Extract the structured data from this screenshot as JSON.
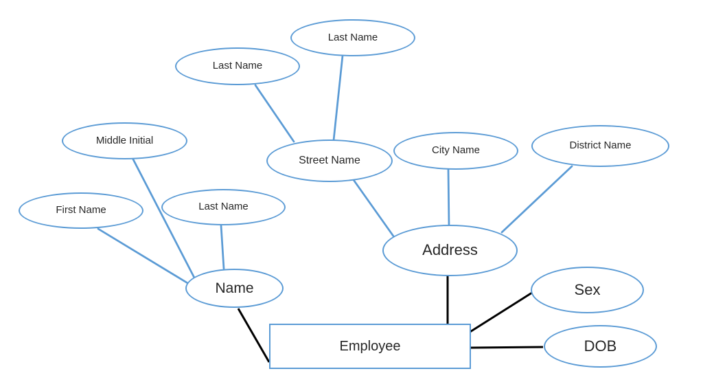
{
  "diagram": {
    "type": "entity-relationship-diagram",
    "colors": {
      "shape_stroke": "#5b9bd5",
      "attribute_connector": "#5b9bd5",
      "entity_connector": "#000000",
      "text": "#262626",
      "background": "#ffffff"
    },
    "nodes": [
      {
        "id": "employee",
        "kind": "entity",
        "label": "Employee"
      },
      {
        "id": "name",
        "kind": "attribute",
        "label": "Name"
      },
      {
        "id": "address",
        "kind": "attribute",
        "label": "Address"
      },
      {
        "id": "sex",
        "kind": "attribute",
        "label": "Sex"
      },
      {
        "id": "dob",
        "kind": "attribute",
        "label": "DOB"
      },
      {
        "id": "first-name",
        "kind": "attribute",
        "label": "First Name"
      },
      {
        "id": "middle-initial",
        "kind": "attribute",
        "label": "Middle Initial"
      },
      {
        "id": "last-name",
        "kind": "attribute",
        "label": "Last Name"
      },
      {
        "id": "street-name",
        "kind": "attribute",
        "label": "Street Name"
      },
      {
        "id": "city-name",
        "kind": "attribute",
        "label": "City Name"
      },
      {
        "id": "district-name",
        "kind": "attribute",
        "label": "District Name"
      },
      {
        "id": "last-name-2",
        "kind": "attribute",
        "label": "Last Name"
      },
      {
        "id": "last-name-3",
        "kind": "attribute",
        "label": "Last Name"
      }
    ],
    "edges": [
      {
        "from": "first-name",
        "to": "name",
        "style": "blue"
      },
      {
        "from": "middle-initial",
        "to": "name",
        "style": "blue"
      },
      {
        "from": "last-name",
        "to": "name",
        "style": "blue"
      },
      {
        "from": "last-name-2",
        "to": "street-name",
        "style": "blue"
      },
      {
        "from": "last-name-3",
        "to": "street-name",
        "style": "blue"
      },
      {
        "from": "street-name",
        "to": "address",
        "style": "blue"
      },
      {
        "from": "city-name",
        "to": "address",
        "style": "blue"
      },
      {
        "from": "district-name",
        "to": "address",
        "style": "blue"
      },
      {
        "from": "name",
        "to": "employee",
        "style": "black"
      },
      {
        "from": "address",
        "to": "employee",
        "style": "black"
      },
      {
        "from": "employee",
        "to": "sex",
        "style": "black"
      },
      {
        "from": "employee",
        "to": "dob",
        "style": "black"
      }
    ]
  }
}
